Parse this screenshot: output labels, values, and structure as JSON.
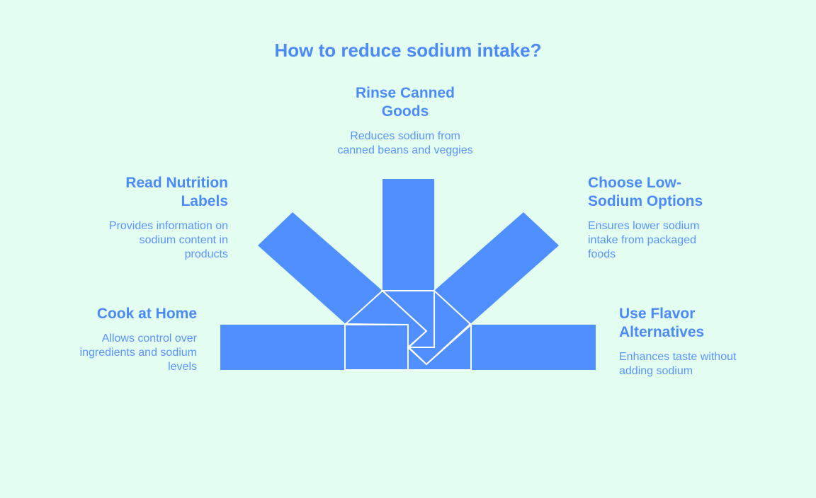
{
  "title": "How to reduce sodium intake?",
  "colors": {
    "background": "#e3fdf1",
    "shape": "#4f8fff",
    "text": "#4b8af7"
  },
  "items": [
    {
      "heading": "Rinse Canned Goods",
      "heading_lines": [
        "Rinse Canned",
        "Goods"
      ],
      "desc_lines": [
        "Reduces sodium from",
        "canned beans and veggies"
      ]
    },
    {
      "heading": "Read Nutrition Labels",
      "heading_lines": [
        "Read Nutrition",
        "Labels"
      ],
      "desc_lines": [
        "Provides information on",
        "sodium content in",
        "products"
      ]
    },
    {
      "heading": "Choose Low-Sodium Options",
      "heading_lines": [
        "Choose Low-",
        "Sodium Options"
      ],
      "desc_lines": [
        "Ensures lower sodium",
        "intake from packaged",
        "foods"
      ]
    },
    {
      "heading": "Cook at Home",
      "heading_lines": [
        "Cook at Home"
      ],
      "desc_lines": [
        "Allows control over",
        "ingredients and sodium",
        "levels"
      ]
    },
    {
      "heading": "Use Flavor Alternatives",
      "heading_lines": [
        "Use Flavor",
        "Alternatives"
      ],
      "desc_lines": [
        "Enhances taste without",
        "adding sodium"
      ]
    }
  ]
}
